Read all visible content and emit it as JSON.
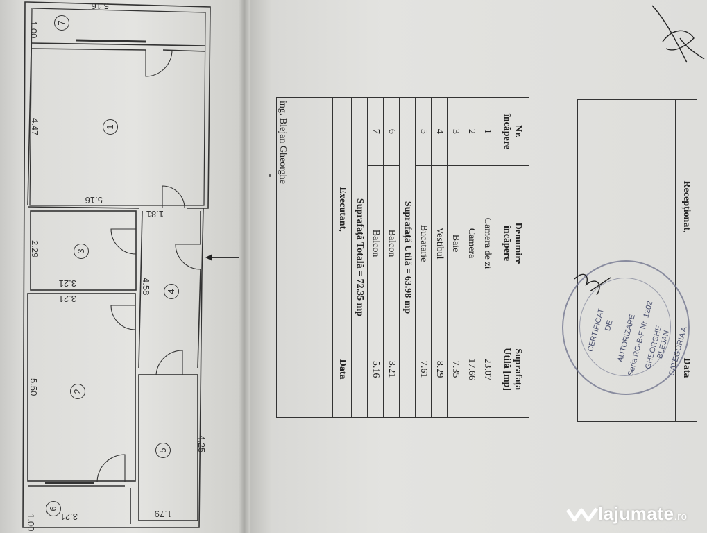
{
  "floor_plan": {
    "dims": {
      "top_517": "5.16",
      "top_100": "1.00",
      "r1_447": "4.47",
      "r1_516": "5.16",
      "hall_181": "1.81",
      "r3_229": "2.29",
      "r3_321": "3.21",
      "r2_321": "3.21",
      "hall_458": "4.58",
      "r2_550": "5.50",
      "r5_425": "4.25",
      "r6_100": "1.00",
      "r6_321": "3.21",
      "r5_179": "1.79"
    },
    "rooms": [
      "1",
      "2",
      "3",
      "4",
      "5",
      "6",
      "7"
    ]
  },
  "table": {
    "headers": {
      "nr": "Nr.",
      "nr2": "încăpere",
      "den": "Denumire",
      "den2": "încăpere",
      "sup": "Suprafața",
      "sup2": "Utilă [mp]"
    },
    "rows": [
      {
        "nr": "1",
        "name": "Camera de zi",
        "area": "23.07"
      },
      {
        "nr": "2",
        "name": "Camera",
        "area": "17.66"
      },
      {
        "nr": "3",
        "name": "Baie",
        "area": "7.35"
      },
      {
        "nr": "4",
        "name": "Vestibul",
        "area": "8.29"
      },
      {
        "nr": "5",
        "name": "Bucatarie",
        "area": "7.61"
      }
    ],
    "util_total": "Suprafață Utilă = 63.98 mp",
    "balcony_rows": [
      {
        "nr": "6",
        "name": "Balcon",
        "area": "3.21"
      },
      {
        "nr": "7",
        "name": "Balcon",
        "area": "5.16"
      }
    ],
    "total": "Suprafață Totală = 72.35 mp",
    "executant": "Executant,",
    "data": "Data",
    "engineer": "ing. Blejan Gheorghe"
  },
  "signature_table": {
    "receptionat": "Recepționat,",
    "data": "Data"
  },
  "stamp": {
    "line1": "CERTIFICAT",
    "line2": "DE",
    "line3": "AUTORIZARE",
    "line4": "Seria RO-B-F Nr. 1202",
    "line5": "GHEORGHE",
    "line6": "BLEJAN",
    "line7": "CATEGORIA A"
  },
  "watermark": {
    "brand": "lajumate",
    "tld": ".ro"
  }
}
